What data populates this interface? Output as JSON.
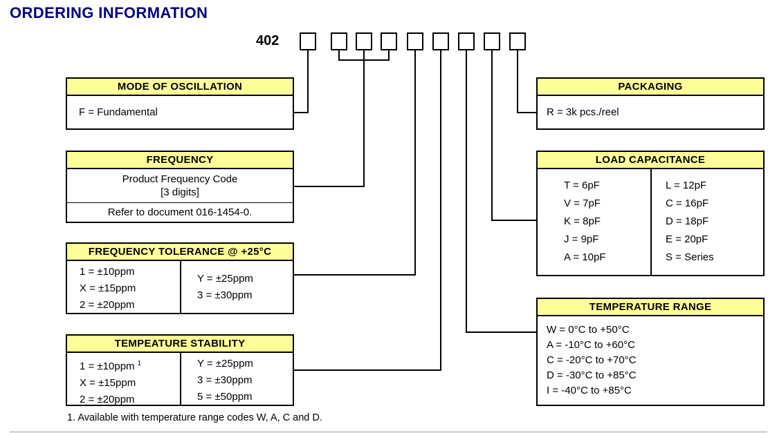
{
  "title": "ORDERING INFORMATION",
  "part_number": {
    "prefix": "402",
    "digit_count": 9
  },
  "sections": {
    "mode": {
      "header": "MODE OF OSCILLATION",
      "items": [
        "F = Fundamental"
      ]
    },
    "frequency": {
      "header": "FREQUENCY",
      "code_line1": "Product Frequency Code",
      "code_line2": "[3 digits]",
      "note": "Refer to document 016-1454-0."
    },
    "tolerance": {
      "header": "FREQUENCY TOLERANCE @ +25°C",
      "left": [
        "1 = ±10ppm",
        "X = ±15ppm",
        "2 = ±20ppm"
      ],
      "right": [
        "Y = ±25ppm",
        "3 = ±30ppm"
      ]
    },
    "stability": {
      "header": "TEMPEATURE STABILITY",
      "left": [
        "1 = ±10ppm",
        "X = ±15ppm",
        "2 = ±20ppm"
      ],
      "footnote_marker": "1",
      "right": [
        "Y = ±25ppm",
        "3 = ±30ppm",
        "5 = ±50ppm"
      ]
    },
    "packaging": {
      "header": "PACKAGING",
      "items": [
        "R = 3k pcs./reel"
      ]
    },
    "load_capacitance": {
      "header": "LOAD CAPACITANCE",
      "left": [
        "T = 6pF",
        "V = 7pF",
        "K = 8pF",
        "J = 9pF",
        "A = 10pF"
      ],
      "right": [
        "L = 12pF",
        "C = 16pF",
        "D = 18pF",
        "E = 20pF",
        "S = Series"
      ]
    },
    "temperature_range": {
      "header": "TEMPERATURE RANGE",
      "items": [
        "W = 0°C to +50°C",
        "A = -10°C to +60°C",
        "C = -20°C to +70°C",
        "D = -30°C to +85°C",
        "I = -40°C to +85°C"
      ]
    }
  },
  "footnote": "1.  Available with temperature range codes W, A, C and D.",
  "colors": {
    "header_bg": "#FFFF99",
    "title_color": "#000080",
    "border": "#000000"
  }
}
